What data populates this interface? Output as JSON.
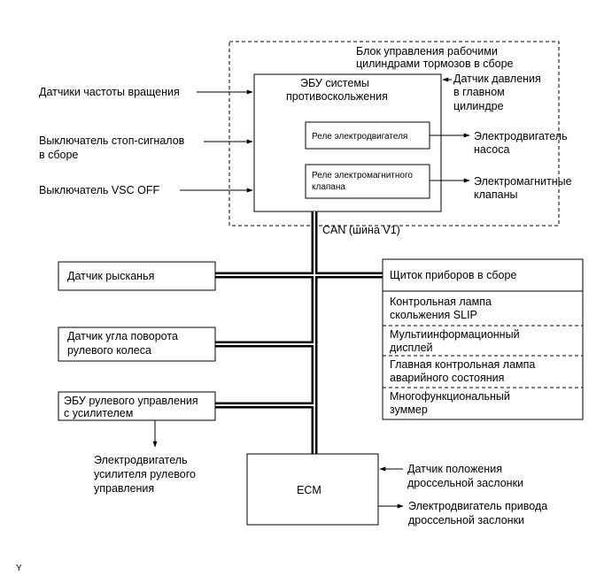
{
  "brake_unit": {
    "title_l1": "Блок управления рабочими",
    "title_l2": "цилиндрами тормозов в сборе"
  },
  "ecu": {
    "title_l1": "ЭБУ системы",
    "title_l2": "противоскольжения"
  },
  "motor_relay": {
    "label": "Реле электродвигателя"
  },
  "solenoid_relay": {
    "label_l1": "Реле электромагнитного",
    "label_l2": "клапана"
  },
  "inputs": {
    "speed_sensors": "Датчики частоты вращения",
    "stop_switch_l1": "Выключатель стоп-сигналов",
    "stop_switch_l2": "в сборе",
    "vsc_off": "Выключатель VSC OFF"
  },
  "pressure_sensor": {
    "l1": "Датчик давления",
    "l2": "в главном",
    "l3": "цилиндре"
  },
  "pump_motor": {
    "l1": "Электродвигатель",
    "l2": "насоса"
  },
  "solenoid_valves": {
    "l1": "Электромагнитные",
    "l2": "клапаны"
  },
  "can_label": "CAN (шина V1)",
  "yaw_sensor": "Датчик рысканья",
  "steer_angle": {
    "l1": "Датчик угла поворота",
    "l2": "рулевого колеса"
  },
  "eps_ecu": {
    "l1": "ЭБУ рулевого управления",
    "l2": "с усилителем"
  },
  "eps_motor": {
    "l1": "Электродвигатель",
    "l2": "усилителя рулевого",
    "l3": "управления"
  },
  "ecm": {
    "label": "ECM"
  },
  "throttle_sensor": {
    "l1": "Датчик положения",
    "l2": "дроссельной заслонки"
  },
  "throttle_motor": {
    "l1": "Электродвигатель привода",
    "l2": "дроссельной заслонки"
  },
  "cluster": {
    "title": "Щиток приборов в сборе",
    "items": [
      {
        "l1": "Контрольная лампа",
        "l2": "скольжения SLIP"
      },
      {
        "l1": "Мультиинформационный",
        "l2": "дисплей"
      },
      {
        "l1": "Главная контрольная лампа",
        "l2": "аварийного состояния"
      },
      {
        "l1": "Многофункциональный",
        "l2": "зуммер"
      }
    ]
  },
  "footer_code": "Y"
}
